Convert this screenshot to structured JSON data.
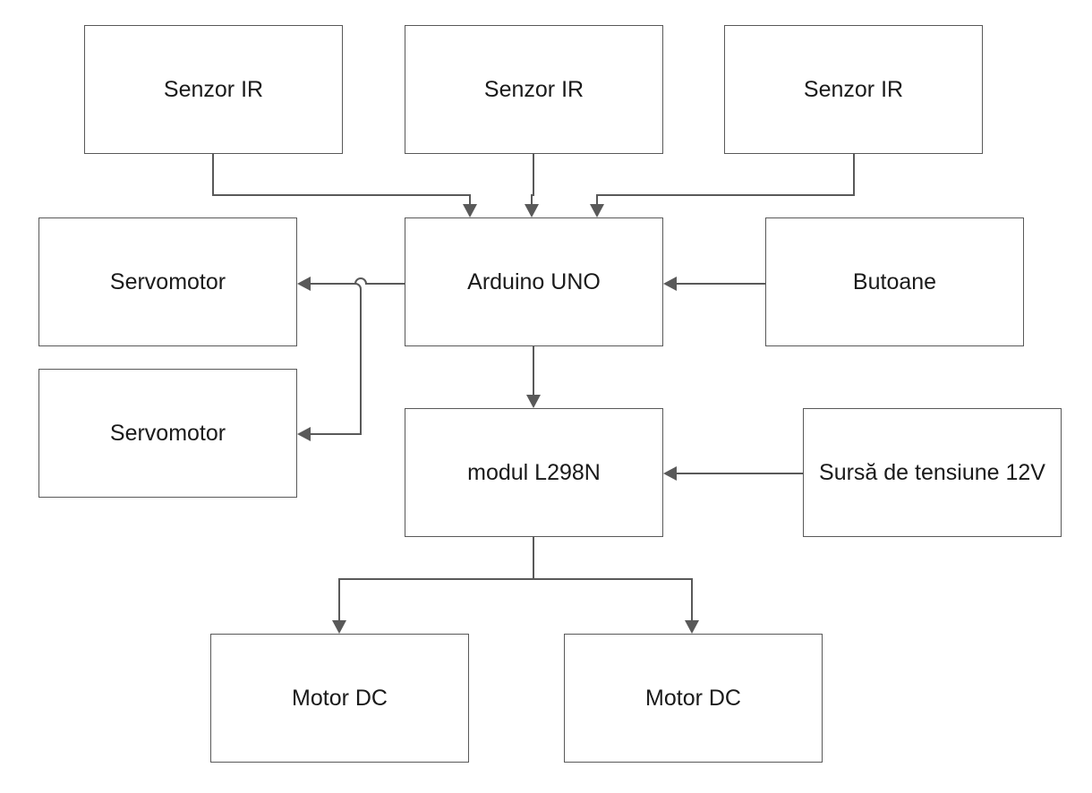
{
  "nodes": {
    "ir_sensor_1": "Senzor IR",
    "ir_sensor_2": "Senzor IR",
    "ir_sensor_3": "Senzor IR",
    "servomotor_1": "Servomotor",
    "arduino": "Arduino UNO",
    "buttons": "Butoane",
    "servomotor_2": "Servomotor",
    "driver": "modul L298N",
    "power_supply": "Sursă de tensiune 12V",
    "motor_dc_1": "Motor DC",
    "motor_dc_2": "Motor DC"
  },
  "edges": [
    {
      "from": "ir_sensor_1",
      "to": "arduino"
    },
    {
      "from": "ir_sensor_2",
      "to": "arduino"
    },
    {
      "from": "ir_sensor_3",
      "to": "arduino"
    },
    {
      "from": "arduino",
      "to": "servomotor_1"
    },
    {
      "from": "arduino",
      "to": "servomotor_2"
    },
    {
      "from": "buttons",
      "to": "arduino"
    },
    {
      "from": "arduino",
      "to": "driver"
    },
    {
      "from": "power_supply",
      "to": "driver"
    },
    {
      "from": "driver",
      "to": "motor_dc_1"
    },
    {
      "from": "driver",
      "to": "motor_dc_2"
    }
  ],
  "colors": {
    "stroke": "#595959",
    "text": "#1a1a1a",
    "background": "#ffffff"
  }
}
